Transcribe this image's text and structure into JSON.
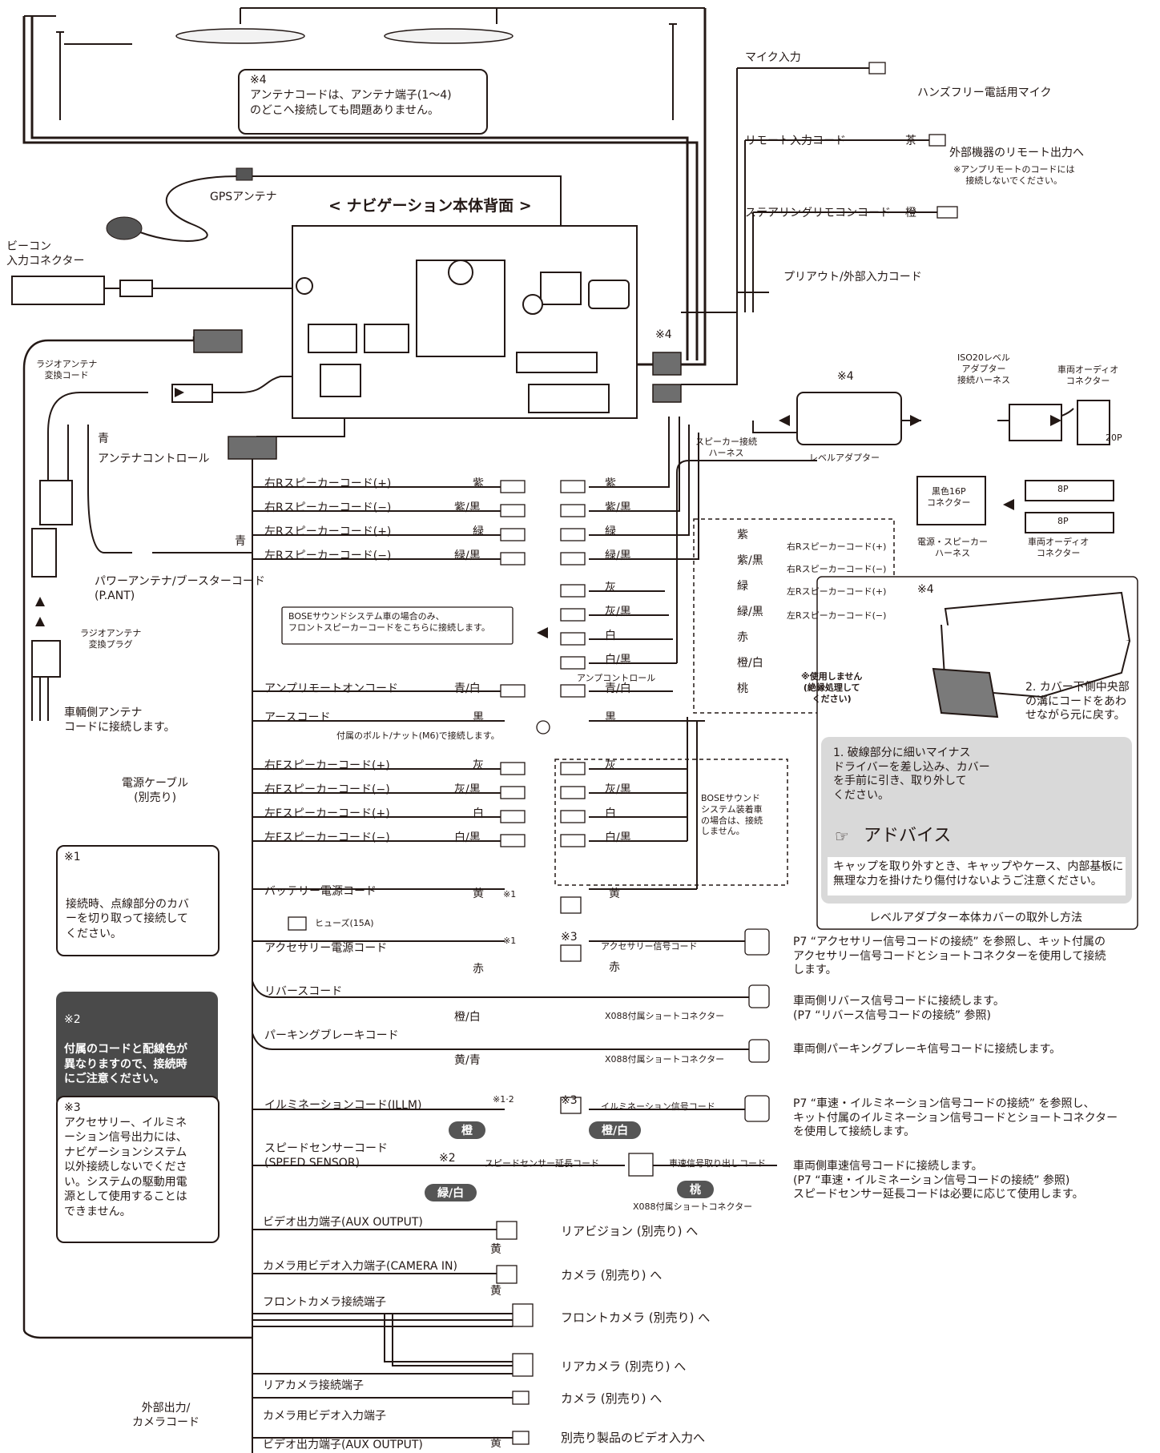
{
  "header": {
    "unit_title": "< ナビゲーション本体背面 >"
  },
  "antenna": {
    "note_mark": "※4",
    "note_text": "アンテナコードは、アンテナ端子(1〜4)\nのどこへ接続しても問題ありません。",
    "gps": "GPSアンテナ",
    "beacon": "ビーコン\n入力コネクター",
    "radio_adapter_cord": "ラジオアンテナ\n変換コード",
    "blue": "青",
    "antenna_control": "アンテナコントロール",
    "power_antenna": "パワーアンテナ/ブースターコード\n(P.ANT)",
    "power_antenna_color": "青",
    "radio_adapter_plug": "ラジオアンテナ\n変換プラグ",
    "vehicle_antenna": "車輌側アンテナ\nコードに接続します。"
  },
  "right_top": {
    "mic_input": "マイク入力",
    "handsfree_mic": "ハンズフリー電話用マイク",
    "remote_cord": "リモート入力コード",
    "remote_color": "茶",
    "remote_dest": "外部機器のリモート出力へ",
    "remote_note": "※アンプリモートのコードには\n接続しないでください。",
    "steering_cord": "ステアリングリモコンコード",
    "steering_color": "橙",
    "preout": "プリアウト/外部入力コード",
    "mark4_a": "※4",
    "iso_harness": "ISO20レベル\nアダプター\n接続ハーネス",
    "vehicle_audio": "車両オーディオ\nコネクター",
    "mark4_b": "※4",
    "pin20": "20P",
    "speaker_harness": "スピーカー接続\nハーネス",
    "level_adapter": "レベルアダプター",
    "black16p": "黒色16P\nコネクター",
    "pin8a": "8P",
    "pin8b": "8P",
    "power_speaker_harness": "電源・スピーカー\nハーネス",
    "vehicle_audio2": "車両オーディオ\nコネクター"
  },
  "cords": [
    {
      "label": "右Rスピーカーコード(+)",
      "color": "紫",
      "right_color": "紫"
    },
    {
      "label": "右Rスピーカーコード(−)",
      "color": "紫/黒",
      "right_color": "紫/黒"
    },
    {
      "label": "左Rスピーカーコード(+)",
      "color": "緑",
      "right_color": "緑"
    },
    {
      "label": "左Rスピーカーコード(−)",
      "color": "緑/黒",
      "right_color": "緑/黒"
    }
  ],
  "bose": {
    "note": "BOSEサウンドシステム車の場合のみ、\nフロントスピーカーコードをこちらに接続します。",
    "colors": [
      "灰",
      "灰/黒",
      "白",
      "白/黒"
    ],
    "amp_control": "アンプコントロール",
    "amp_control_color": "青/白"
  },
  "unused": {
    "colors": [
      "紫",
      "紫/黒",
      "緑",
      "緑/黒",
      "赤",
      "橙/白",
      "桃"
    ],
    "labels": [
      "右Rスピーカーコード(+)",
      "右Rスピーカーコード(−)",
      "左Rスピーカーコード(+)",
      "左Rスピーカーコード(−)"
    ],
    "note": "※使用しません\n(絶縁処理して\nください)"
  },
  "middle": {
    "amp_remote": "アンプリモートオンコード",
    "amp_remote_color": "青/白",
    "earth": "アースコード",
    "earth_color": "黒",
    "earth_right": "黒",
    "bolt_note": "付属のボルト/ナット(M6)で接続します。",
    "front": [
      {
        "label": "右Fスピーカーコード(+)",
        "color": "灰",
        "right_color": "灰"
      },
      {
        "label": "右Fスピーカーコード(−)",
        "color": "灰/黒",
        "right_color": "灰/黒"
      },
      {
        "label": "左Fスピーカーコード(+)",
        "color": "白",
        "right_color": "白"
      },
      {
        "label": "左Fスピーカーコード(−)",
        "color": "白/黒",
        "right_color": "白/黒"
      }
    ],
    "bose_equipped": "BOSEサウンド\nシステム装着車\nの場合は、接続\nしません。",
    "battery": "バッテリー電源コード",
    "battery_color": "黄",
    "battery_right": "黄",
    "mark1a": "※1",
    "fuse": "ヒューズ(15A)",
    "acc": "アクセサリー電源コード",
    "acc_color": "赤",
    "mark1b": "※1",
    "mark3a": "※3",
    "acc_signal": "アクセサリー信号コード",
    "acc_signal_color": "赤",
    "acc_dest": "P7 “アクセサリー信号コードの接続” を参照し、キット付属の\nアクセサリー信号コードとショートコネクターを使用して接続\nします。",
    "reverse": "リバースコード",
    "reverse_color": "橙/白",
    "short1": "X088付属ショートコネクター",
    "reverse_dest": "車両側リバース信号コードに接続します。\n(P7 “リバース信号コードの接続” 参照)",
    "parking": "パーキングブレーキコード",
    "parking_color": "黄/青",
    "short2": "X088付属ショートコネクター",
    "parking_dest": "車両側パーキングブレーキ信号コードに接続します。"
  },
  "lower": {
    "illm": "イルミネーションコード(ILLM)",
    "mark12": "※1·2",
    "illm_color": "橙",
    "mark3b": "※3",
    "illm_signal": "イルミネーション信号コード",
    "illm_signal_color": "橙/白",
    "illm_dest": "P7 “車速・イルミネーション信号コードの接続” を参照し、\nキット付属のイルミネーション信号コードとショートコネクター\nを使用して接続します。",
    "speed": "スピードセンサーコード\n(SPEED SENSOR)",
    "mark2": "※2",
    "speed_color": "緑/白",
    "speed_ext": "スピードセンサー延長コード",
    "speed_takeout": "車速信号取り出しコード",
    "speed_takeout_color": "桃",
    "short3": "X088付属ショートコネクター",
    "speed_dest": "車両側車速信号コードに接続します。\n(P7 “車速・イルミネーション信号コードの接続” 参照)\nスピードセンサー延長コードは必要に応じて使用します。",
    "video_out": "ビデオ出力端子(AUX OUTPUT)",
    "video_out_color": "黄",
    "video_out_dest": "リアビジョン (別売り) へ",
    "camera_in": "カメラ用ビデオ入力端子(CAMERA IN)",
    "camera_in_color": "黄",
    "camera_in_dest": "カメラ (別売り) へ",
    "front_cam": "フロントカメラ接続端子",
    "front_cam_dest": "フロントカメラ (別売り) へ",
    "rear_cam_dest": "リアカメラ (別売り) へ",
    "rear_cam": "リアカメラ接続端子",
    "camera_dest2": "カメラ (別売り) へ",
    "camera_in2": "カメラ用ビデオ入力端子",
    "other_video": "別売り製品のビデオ入力へ",
    "video_out2": "ビデオ出力端子(AUX OUTPUT)",
    "video_out2_color": "黄",
    "ext_cord": "外部出力/\nカメラコード"
  },
  "left_notes": {
    "power_cable": "電源ケーブル\n(別売り)",
    "n1_mark": "※1",
    "n1_text": "接続時、点線部分のカバ\nーを切り取って接続して\nください。",
    "n2_mark": "※2",
    "n2_text": "付属のコードと配線色が\n異なりますので、接続時\nにご注意ください。",
    "n3_mark": "※3",
    "n3_text": "アクセサリー、イルミネ\nーション信号出力には、\nナビゲーションシステム\n以外接続しないでくださ\nい。システムの駆動用電\n源として使用することは\nできません。"
  },
  "cover": {
    "mark": "※4",
    "step2": "2. カバー下側中央部\nの溝にコードをあわ\nせながら元に戻す。",
    "step1": "1. 破線部分に細いマイナス\nドライバーを差し込み、カバー\nを手前に引き、取り外して\nください。",
    "advice_title": "アドバイス",
    "advice_text": "キャップを取り外すとき、キャップやケース、内部基板に\n無理な力を掛けたり傷付けないようご注意ください。",
    "caption": "レベルアダプター本体カバーの取外し方法"
  }
}
